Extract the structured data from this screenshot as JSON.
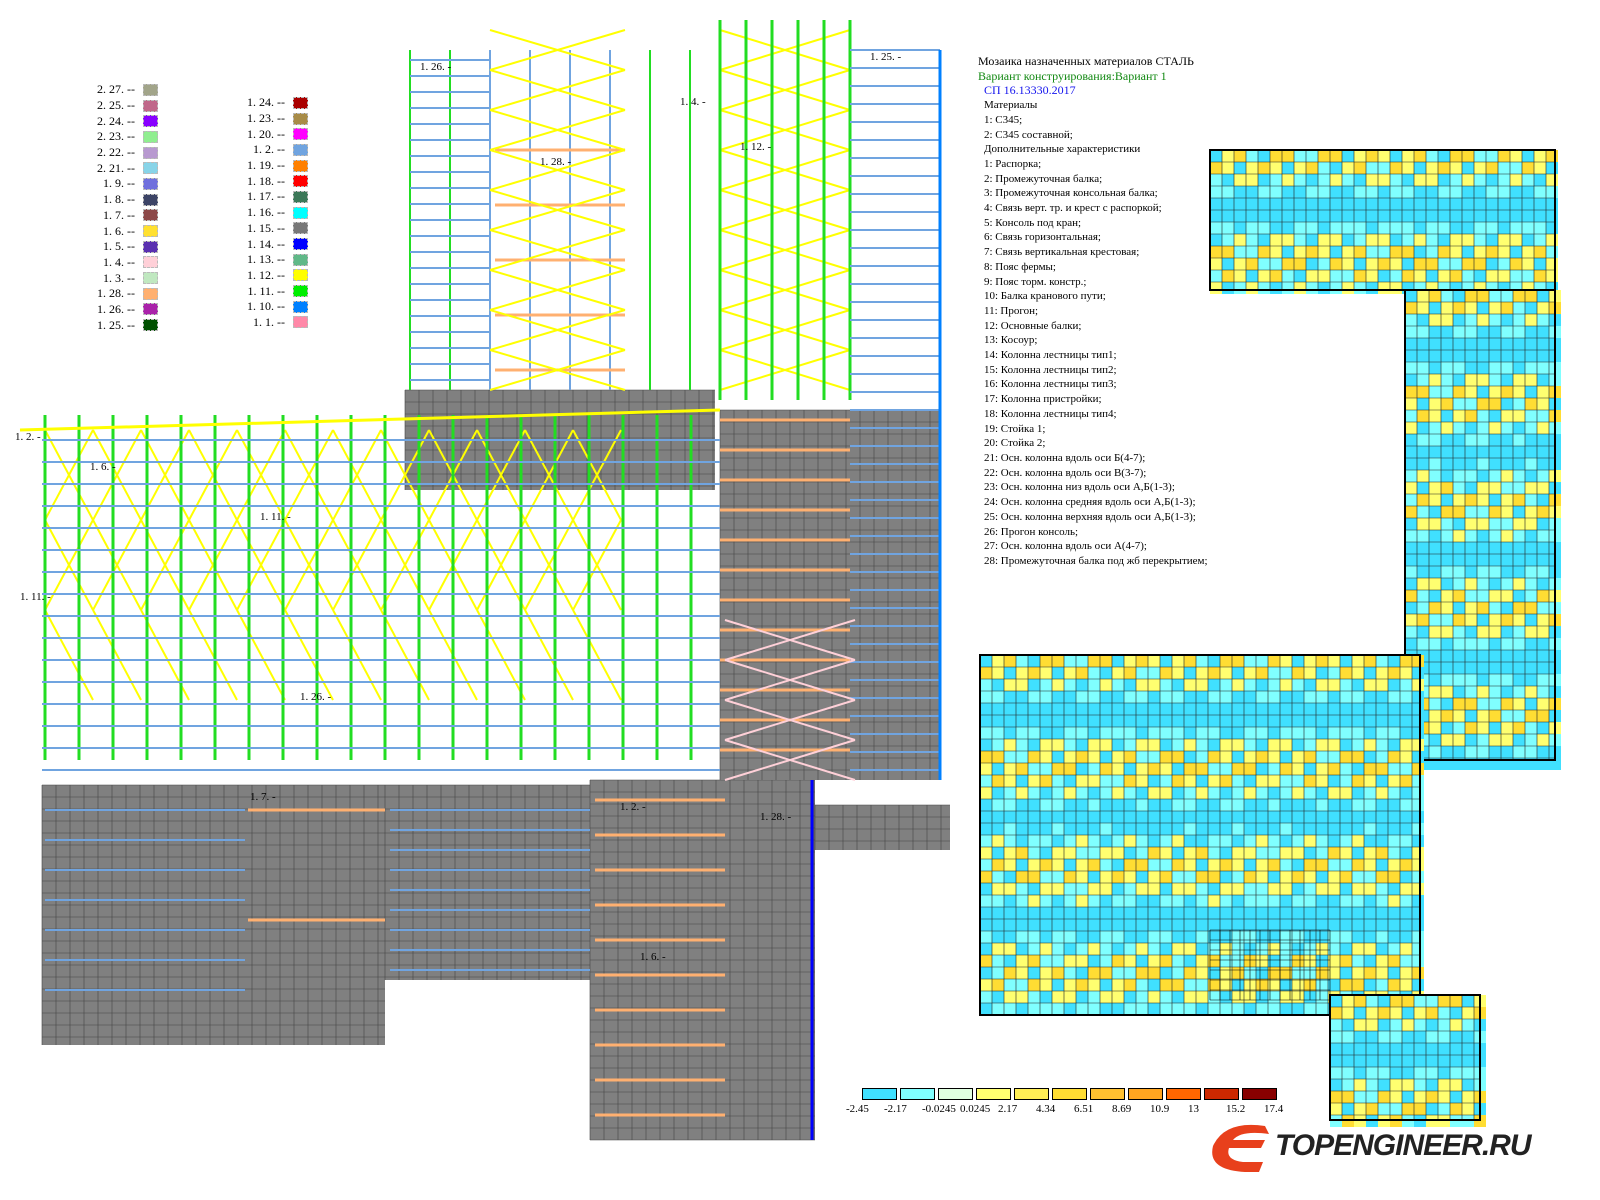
{
  "legend_left": [
    {
      "label": "2. 27. --",
      "color": "#a2a58a"
    },
    {
      "label": "2. 25. --",
      "color": "#c0688a"
    },
    {
      "label": "2. 24. --",
      "color": "#8800ff"
    },
    {
      "label": "2. 23. --",
      "color": "#90ee90"
    },
    {
      "label": "2. 22. --",
      "color": "#b899d0"
    },
    {
      "label": "2. 21. --",
      "color": "#88d4e8"
    },
    {
      "label": "1. 9. --",
      "color": "#7070dd"
    },
    {
      "label": "1. 8. --",
      "color": "#3c4466"
    },
    {
      "label": "1. 7. --",
      "color": "#8c4848"
    },
    {
      "label": "1. 6. --",
      "color": "#ffe030"
    },
    {
      "label": "1. 5. --",
      "color": "#5a30b0"
    },
    {
      "label": "1. 4. --",
      "color": "#ffd0d8"
    },
    {
      "label": "1. 3. --",
      "color": "#c0e8c0"
    },
    {
      "label": "1. 28. --",
      "color": "#ffb070"
    },
    {
      "label": "1. 26. --",
      "color": "#aa22aa"
    },
    {
      "label": "1. 25. --",
      "color": "#005000"
    }
  ],
  "legend_right": [
    {
      "label": "1. 24. --",
      "color": "#aa0000"
    },
    {
      "label": "1. 23. --",
      "color": "#a88c48"
    },
    {
      "label": "1. 20. --",
      "color": "#ff00ff"
    },
    {
      "label": "1. 2. --",
      "color": "#70a4e0"
    },
    {
      "label": "1. 19. --",
      "color": "#ff8000"
    },
    {
      "label": "1. 18. --",
      "color": "#ff0000"
    },
    {
      "label": "1. 17. --",
      "color": "#3c7858"
    },
    {
      "label": "1. 16. --",
      "color": "#00ffff"
    },
    {
      "label": "1. 15. --",
      "color": "#787878"
    },
    {
      "label": "1. 14. --",
      "color": "#0000ff"
    },
    {
      "label": "1. 13. --",
      "color": "#60b888"
    },
    {
      "label": "1. 12. --",
      "color": "#ffff00"
    },
    {
      "label": "1. 11. --",
      "color": "#00ee00"
    },
    {
      "label": "1. 10. --",
      "color": "#0080ff"
    },
    {
      "label": "1. 1. --",
      "color": "#ff88a8"
    }
  ],
  "info": {
    "title": "Мозаика назначенных материалов СТАЛЬ",
    "variant": "Вариант конструирования:Вариант 1",
    "code": "СП 16.13330.2017",
    "materials_header": "Материалы",
    "materials": [
      "1: С345;",
      "2: С345 составной;"
    ],
    "characteristics_header": "Дополнительные характеристики",
    "characteristics": [
      "1: Распорка;",
      "2: Промежуточная балка;",
      "3: Промежуточная консольная балка;",
      "4: Связь верт. тр. и крест с распоркой;",
      "5: Консоль под кран;",
      "6: Связь горизонтальная;",
      "7: Связь вертикальная крестовая;",
      "8: Пояс фермы;",
      "9: Пояс торм. констр.;",
      "10: Балка кранового пути;",
      "11: Прогон;",
      "12: Основные балки;",
      "13: Косоур;",
      "14: Колонна лестницы тип1;",
      "15: Колонна лестницы тип2;",
      "16: Колонна лестницы тип3;",
      "17: Колонна пристройки;",
      "18: Колонна лестницы тип4;",
      "19: Стойка 1;",
      "20: Стойка 2;",
      "21: Осн. колонна вдоль оси Б(4-7);",
      "22: Осн. колонна вдоль оси В(3-7);",
      "23: Осн. колонна низ вдоль оси А,Б(1-3);",
      "24: Осн. колонна средняя вдоль оси А,Б(1-3);",
      "25: Осн. колонна верхняя вдоль оси А,Б(1-3);",
      "26: Прогон консоль;",
      "27: Осн. колонна вдоль оси А(4-7);",
      "28: Промежуточная балка под жб перекрытием;"
    ]
  },
  "scale": {
    "colors": [
      "#40e0ff",
      "#80ffff",
      "#e0ffe0",
      "#ffff70",
      "#ffee55",
      "#ffdd33",
      "#ffc030",
      "#ffa520",
      "#ff6600",
      "#cc2800",
      "#880000"
    ],
    "labels": [
      "-2.45",
      "-2.17",
      "-0.0245",
      "0.0245",
      "2.17",
      "4.34",
      "6.51",
      "8.69",
      "10.9",
      "13",
      "15.2",
      "17.4"
    ]
  },
  "member_labels": [
    "1. 2. -",
    "1. 6. -",
    "1. 11. -",
    "1. 26. -",
    "1. 28. -",
    "1. 4. -",
    "1. 12. -",
    "1. 25. -",
    "1. 7. -"
  ],
  "logo": "TOPENGINEER.RU"
}
